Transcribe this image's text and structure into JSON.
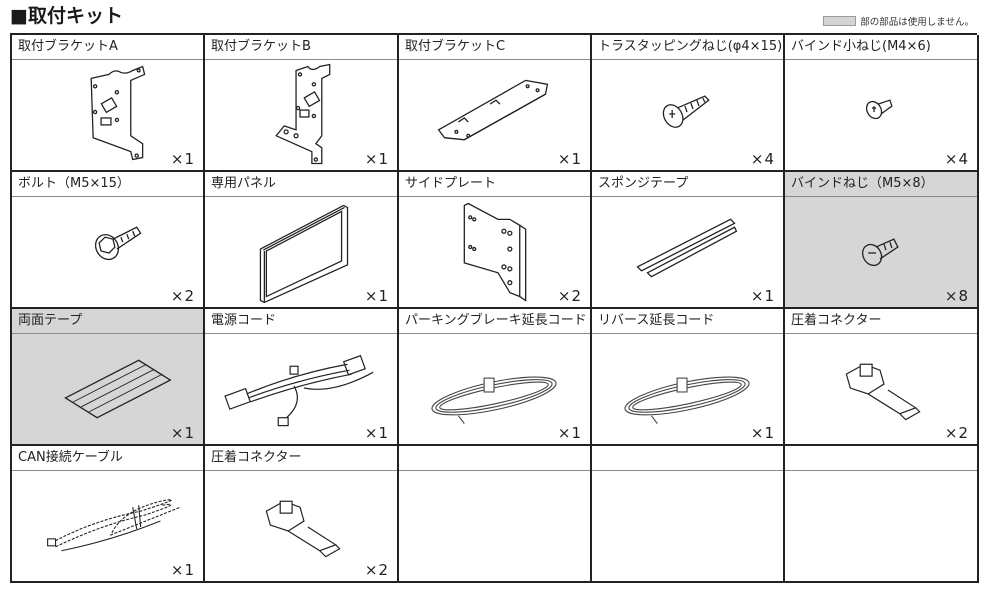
{
  "header": {
    "title": "■取付キット",
    "legend_text": "部の部品は使用しません。",
    "legend_swatch_color": "#d4d4d4"
  },
  "colors": {
    "unused_background": "#d6d6d6",
    "grid_line": "#222222",
    "text": "#1a1a1a"
  },
  "parts": [
    {
      "name": "取付ブラケットA",
      "qty": "×1",
      "icon": "bracket-a-icon",
      "unused": false
    },
    {
      "name": "取付ブラケットB",
      "qty": "×1",
      "icon": "bracket-b-icon",
      "unused": false
    },
    {
      "name": "取付ブラケットC",
      "qty": "×1",
      "icon": "bracket-c-icon",
      "unused": false
    },
    {
      "name": "トラスタッピングねじ(φ4×15)",
      "qty": "×4",
      "icon": "tapping-screw-icon",
      "unused": false
    },
    {
      "name": "バインド小ねじ(M4×6)",
      "qty": "×4",
      "icon": "small-screw-icon",
      "unused": false
    },
    {
      "name": "ボルト（M5×15）",
      "qty": "×2",
      "icon": "bolt-icon",
      "unused": false
    },
    {
      "name": "専用パネル",
      "qty": "×1",
      "icon": "panel-frame-icon",
      "unused": false
    },
    {
      "name": "サイドプレート",
      "qty": "×2",
      "icon": "side-plate-icon",
      "unused": false
    },
    {
      "name": "スポンジテープ",
      "qty": "×1",
      "icon": "sponge-tape-icon",
      "unused": false
    },
    {
      "name": "バインドねじ（M5×8）",
      "qty": "×8",
      "icon": "bind-screw-icon",
      "unused": true
    },
    {
      "name": "両面テープ",
      "qty": "×1",
      "icon": "double-sided-tape-icon",
      "unused": true
    },
    {
      "name": "電源コード",
      "qty": "×1",
      "icon": "power-cord-icon",
      "unused": false
    },
    {
      "name": "パーキングブレーキ延長コード",
      "qty": "×1",
      "icon": "coiled-cable-icon",
      "unused": false
    },
    {
      "name": "リバース延長コード",
      "qty": "×1",
      "icon": "coiled-cable-icon",
      "unused": false
    },
    {
      "name": "圧着コネクター",
      "qty": "×2",
      "icon": "crimp-connector-icon",
      "unused": false
    },
    {
      "name": "CAN接続ケーブル",
      "qty": "×1",
      "icon": "twisted-cable-icon",
      "unused": false
    },
    {
      "name": "圧着コネクター",
      "qty": "×2",
      "icon": "crimp-connector-icon",
      "unused": false
    },
    {
      "name": "",
      "qty": "",
      "icon": "",
      "unused": false
    },
    {
      "name": "",
      "qty": "",
      "icon": "",
      "unused": false
    },
    {
      "name": "",
      "qty": "",
      "icon": "",
      "unused": false
    }
  ]
}
